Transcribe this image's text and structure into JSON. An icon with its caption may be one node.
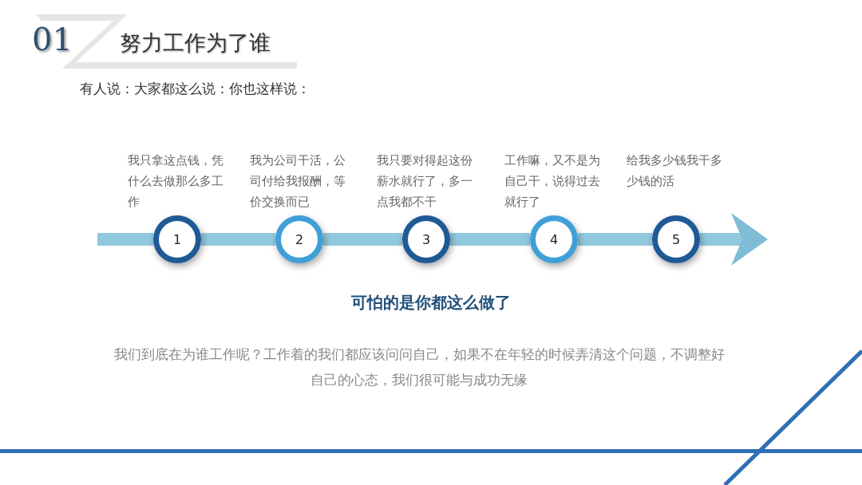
{
  "diagram": {
    "title": "努力工作为了谁",
    "nodes": [
      {
        "text": [
          "1"
        ],
        "beside": [
          "我只拿这点钱，凭什么去做那么多工作"
        ]
      },
      {
        "text": [
          "2"
        ],
        "beside": [
          "我为公司干活，公司付给我报酬，等价交换而已"
        ]
      },
      {
        "text": [
          "3"
        ],
        "beside": [
          "我只要对得起这份薪水就行了，多一点我都不干"
        ]
      },
      {
        "text": [
          "4"
        ],
        "beside": [
          "工作嘛，又不是为自己干，说得过去就行了"
        ]
      },
      {
        "text": [
          "5"
        ],
        "beside": [
          "给我多少钱我干多少钱的活"
        ]
      }
    ],
    "edges": [
      {
        "from": null,
        "to": 0,
        "arrow": "none"
      },
      {
        "from": 0,
        "to": 1,
        "arrow": "none"
      },
      {
        "from": 1,
        "to": 2,
        "arrow": "none"
      },
      {
        "from": 2,
        "to": 3,
        "arrow": "none"
      },
      {
        "from": 3,
        "to": 4,
        "arrow": "none"
      },
      {
        "from": 4,
        "to": null,
        "arrow": "to"
      }
    ],
    "labels": [
      "01",
      "有人说：大家都这么说：你也这样说：",
      "可怕的是你都这么做了",
      "我们到底在为谁工作呢？工作着的我们都应该问问自己，如果不在年轻的时候弄清这个问题，不调整好自己的心态，我们很可能与成功无缘"
    ]
  }
}
